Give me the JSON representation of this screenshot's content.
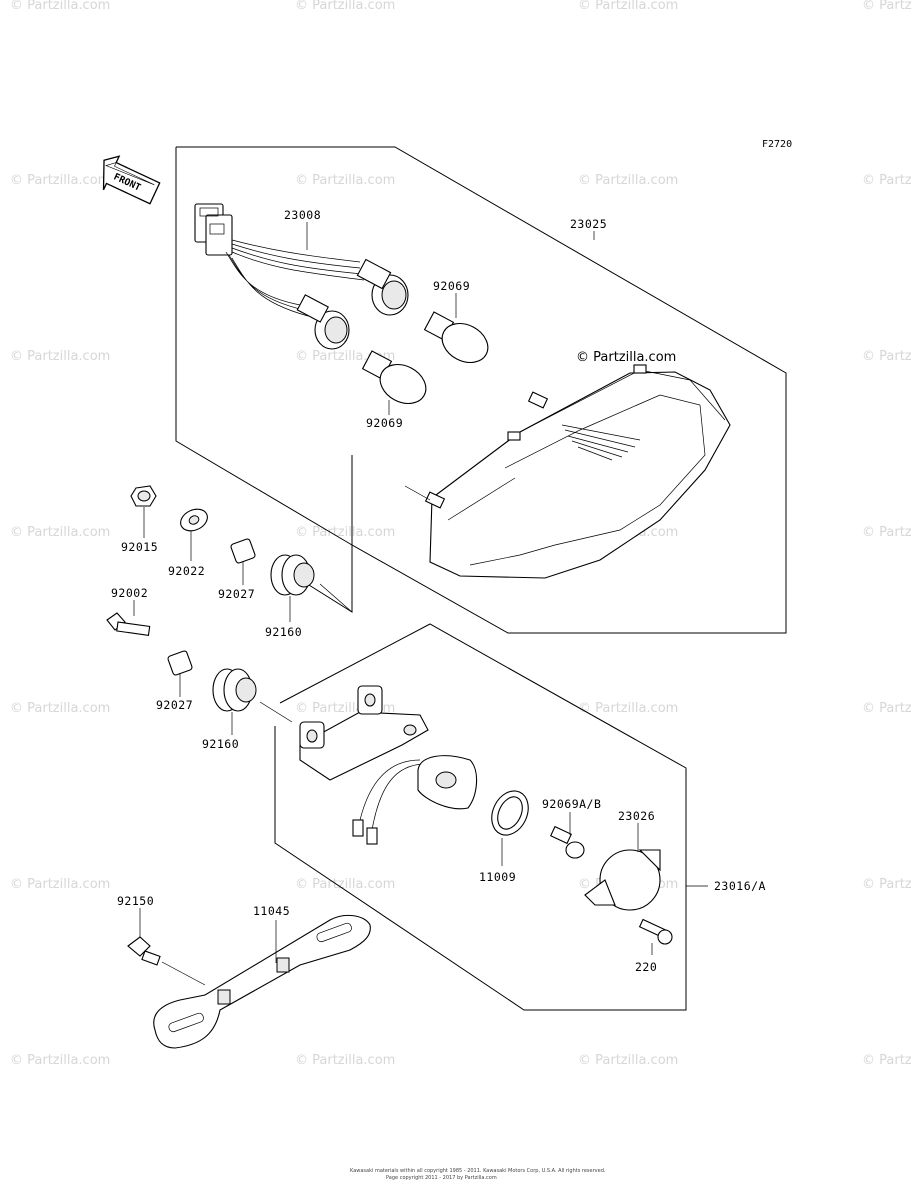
{
  "watermark_text": "© Partzilla.com",
  "watermark_short": "© Partz",
  "brand_watermark": "© Partzilla.com",
  "figure_code": "F2720",
  "front_label": "FRONT",
  "labels": {
    "p23025": "23025",
    "p23008": "23008",
    "p92069_a": "92069",
    "p92069_b": "92069",
    "p92015": "92015",
    "p92022": "92022",
    "p92027_a": "92027",
    "p92160_a": "92160",
    "p92002": "92002",
    "p92027_b": "92027",
    "p92160_b": "92160",
    "p11009": "11009",
    "p92069ab": "92069A/B",
    "p23026": "23026",
    "p23016a": "23016/A",
    "p220": "220",
    "p92150": "92150",
    "p11045": "11045"
  },
  "footer": {
    "line1": "Kawasaki materials within all copyright 1985 - 2011. Kawasaki Motors Corp, U.S.A. All rights reserved.",
    "line2": "Page copyright 2011 - 2017 by Partzilla.com"
  }
}
